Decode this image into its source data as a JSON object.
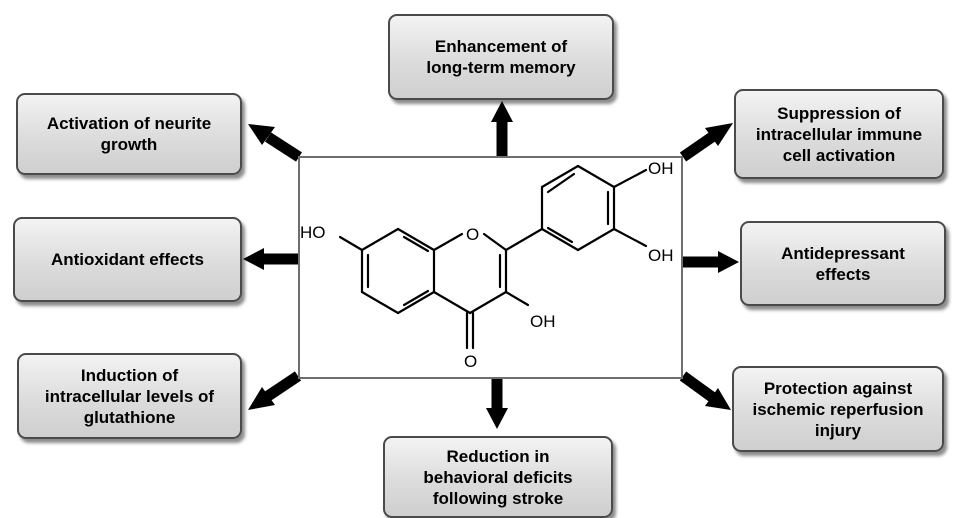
{
  "effects": {
    "top": "Enhancement of\nlong-term memory",
    "top_left": "Activation of neurite\ngrowth",
    "top_right": "Suppression of\nintracellular immune\ncell activation",
    "mid_left": "Antioxidant effects",
    "mid_right": "Antidepressant\neffects",
    "bottom_left": "Induction of\nintracellular levels of\nglutathione",
    "bottom_right": "Protection against\nischemic reperfusion\ninjury",
    "bottom": "Reduction in\nbehavioral deficits\nfollowing stroke"
  },
  "molecule": {
    "labels": {
      "ho_left": "HO",
      "ring_oxygen": "O",
      "oh_top_right": "OH",
      "oh_right": "OH",
      "oh_bottom": "OH",
      "carbonyl_oxygen": "O"
    }
  }
}
